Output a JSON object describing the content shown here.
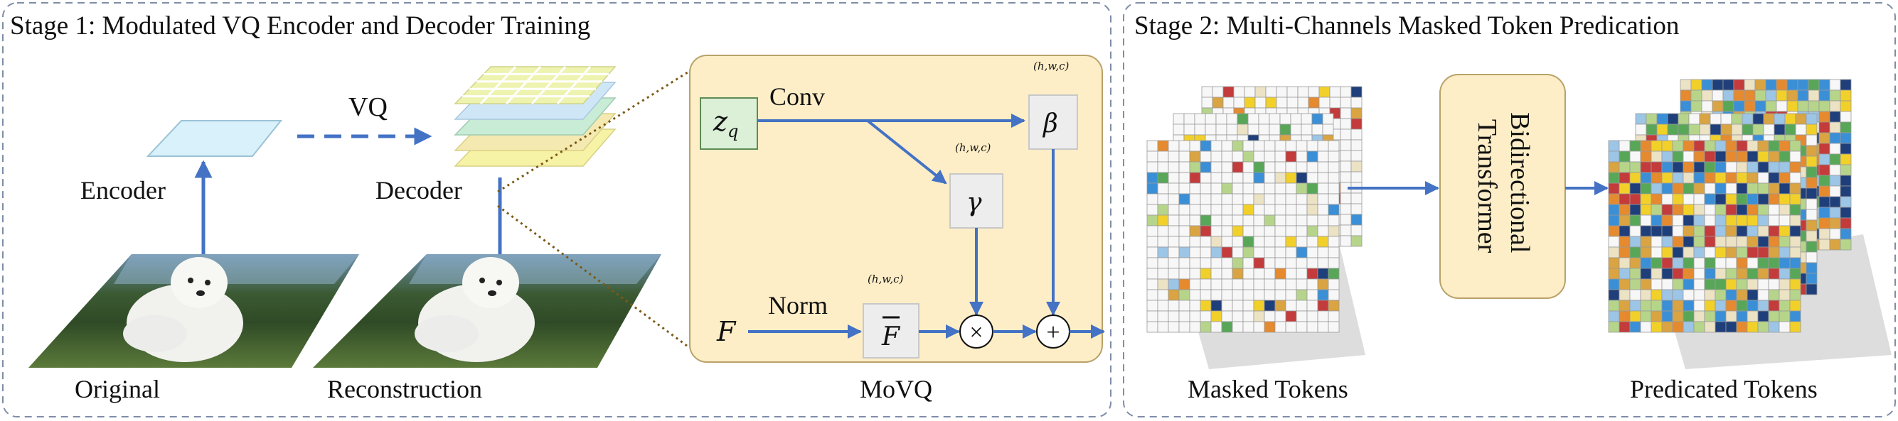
{
  "stage1": {
    "title": "Stage 1: Modulated VQ Encoder and Decoder Training",
    "vq_label": "VQ",
    "encoder_label": "Encoder",
    "decoder_label": "Decoder",
    "original_label": "Original",
    "reconstruction_label": "Reconstruction"
  },
  "movq": {
    "caption": "MoVQ",
    "zq_main": "z",
    "zq_sub": "q",
    "conv_label": "Conv",
    "beta_symbol": "β",
    "gamma_symbol": "γ",
    "f_symbol": "F",
    "norm_label": "Norm",
    "fbar_symbol": "F",
    "times_symbol": "×",
    "plus_symbol": "+",
    "shape_label": "(h,w,c)"
  },
  "stage2": {
    "title": "Stage 2: Multi-Channels Masked Token Predication",
    "transformer_label_line1": "Bidirectional",
    "transformer_label_line2": "Transformer",
    "masked_label": "Masked Tokens",
    "predicated_label": "Predicated Tokens"
  },
  "colors": {
    "arrow": "#4472c4",
    "panel_border": "#7f8ea8",
    "movq_fill": "#fdeec7",
    "movq_border": "#b8a26a",
    "zq_fill": "#dcefd7",
    "zq_border": "#5e8a55",
    "symbol_box_fill": "#ededed",
    "transformer_fill": "#fdeec7",
    "token_palette": [
      "#d9a441",
      "#3a8fd6",
      "#c33b3b",
      "#58a758",
      "#f2d02a",
      "#1f3f7a",
      "#9cc5e6",
      "#b6d58a",
      "#ece2c4",
      "#e58a2e"
    ]
  }
}
